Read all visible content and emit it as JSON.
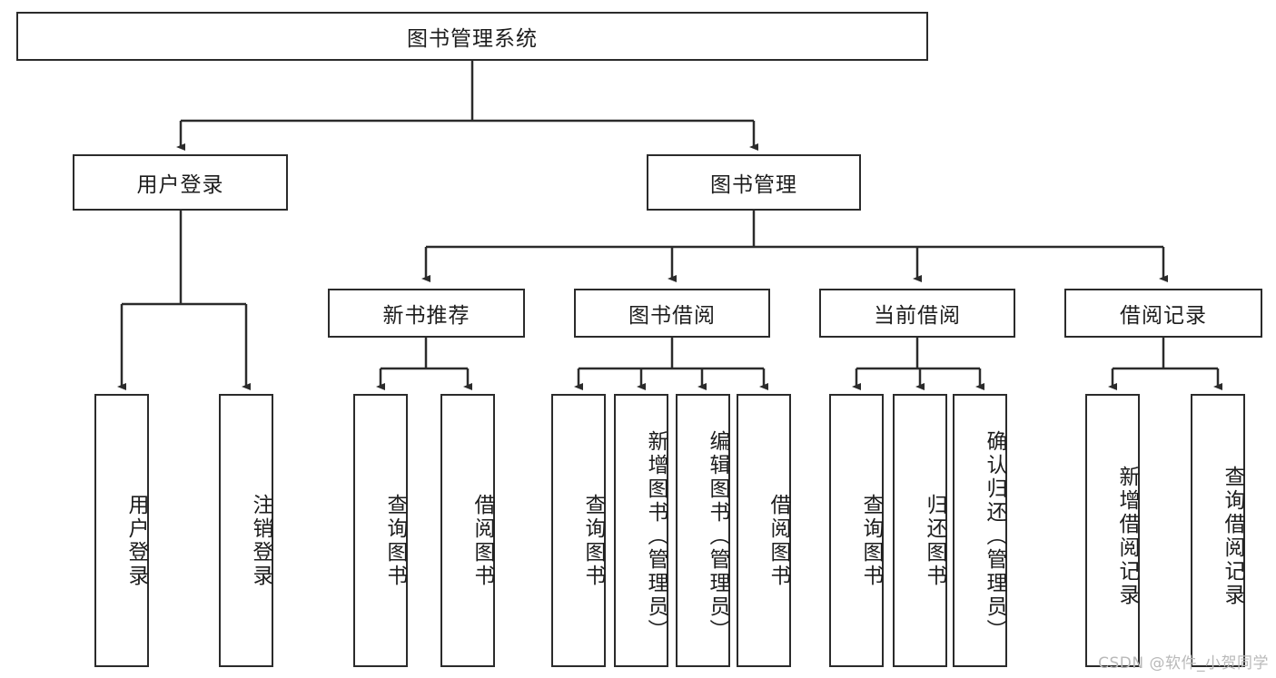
{
  "diagram": {
    "title": "图书管理系统",
    "watermark": "CSDN @软件_小贺同学",
    "root": {
      "label": "图书管理系统"
    },
    "level2": [
      {
        "label": "用户登录"
      },
      {
        "label": "图书管理"
      }
    ],
    "level3": [
      {
        "label": "新书推荐"
      },
      {
        "label": "图书借阅"
      },
      {
        "label": "当前借阅"
      },
      {
        "label": "借阅记录"
      }
    ],
    "leaves": {
      "user_login": [
        {
          "label": "用户登录"
        },
        {
          "label": "注销登录"
        }
      ],
      "new_book_recommend": [
        {
          "label": "查询图书"
        },
        {
          "label": "借阅图书"
        }
      ],
      "book_borrow": [
        {
          "label": "查询图书"
        },
        {
          "label": "新增图书（管理员）"
        },
        {
          "label": "编辑图书（管理员）"
        },
        {
          "label": "借阅图书"
        }
      ],
      "current_borrow": [
        {
          "label": "查询图书"
        },
        {
          "label": "归还图书"
        },
        {
          "label": "确认归还（管理员）"
        }
      ],
      "borrow_record": [
        {
          "label": "新增借阅记录"
        },
        {
          "label": "查询借阅记录"
        }
      ]
    }
  },
  "colors": {
    "stroke": "#2b2b2b",
    "text": "#1d1d1d",
    "background": "#ffffff",
    "watermark": "#b9b9b9"
  }
}
